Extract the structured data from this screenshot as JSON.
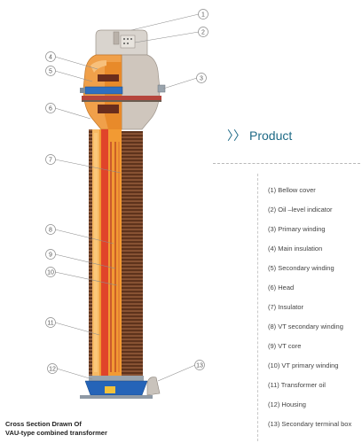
{
  "heading": {
    "chevrons": "〉〉",
    "title": "Product"
  },
  "callouts": [
    "1",
    "2",
    "3",
    "4",
    "5",
    "6",
    "7",
    "8",
    "9",
    "10",
    "11",
    "12",
    "13"
  ],
  "legend": [
    "(1) Bellow cover",
    "(2) Oil –level indicator",
    "(3) Primary winding",
    "(4) Main insulation",
    "(5) Secondary winding",
    "(6) Head",
    "(7) Insulator",
    "(8) VT secondary winding",
    "(9)  VT core",
    "(10) VT primary winding",
    "(11) Transformer oil",
    "(12) Housing",
    "(13) Secondary terminal box"
  ],
  "caption": {
    "line1": "Cross Section Drawn Of",
    "line2": "VAU-type combined transformer"
  },
  "colors": {
    "accent": "#1e6a86",
    "insulator_sheds": "#6e3f24",
    "oil_core": "#f29a33",
    "metal_head": "#cfc6bd",
    "base_blue": "#1f5fb0"
  }
}
